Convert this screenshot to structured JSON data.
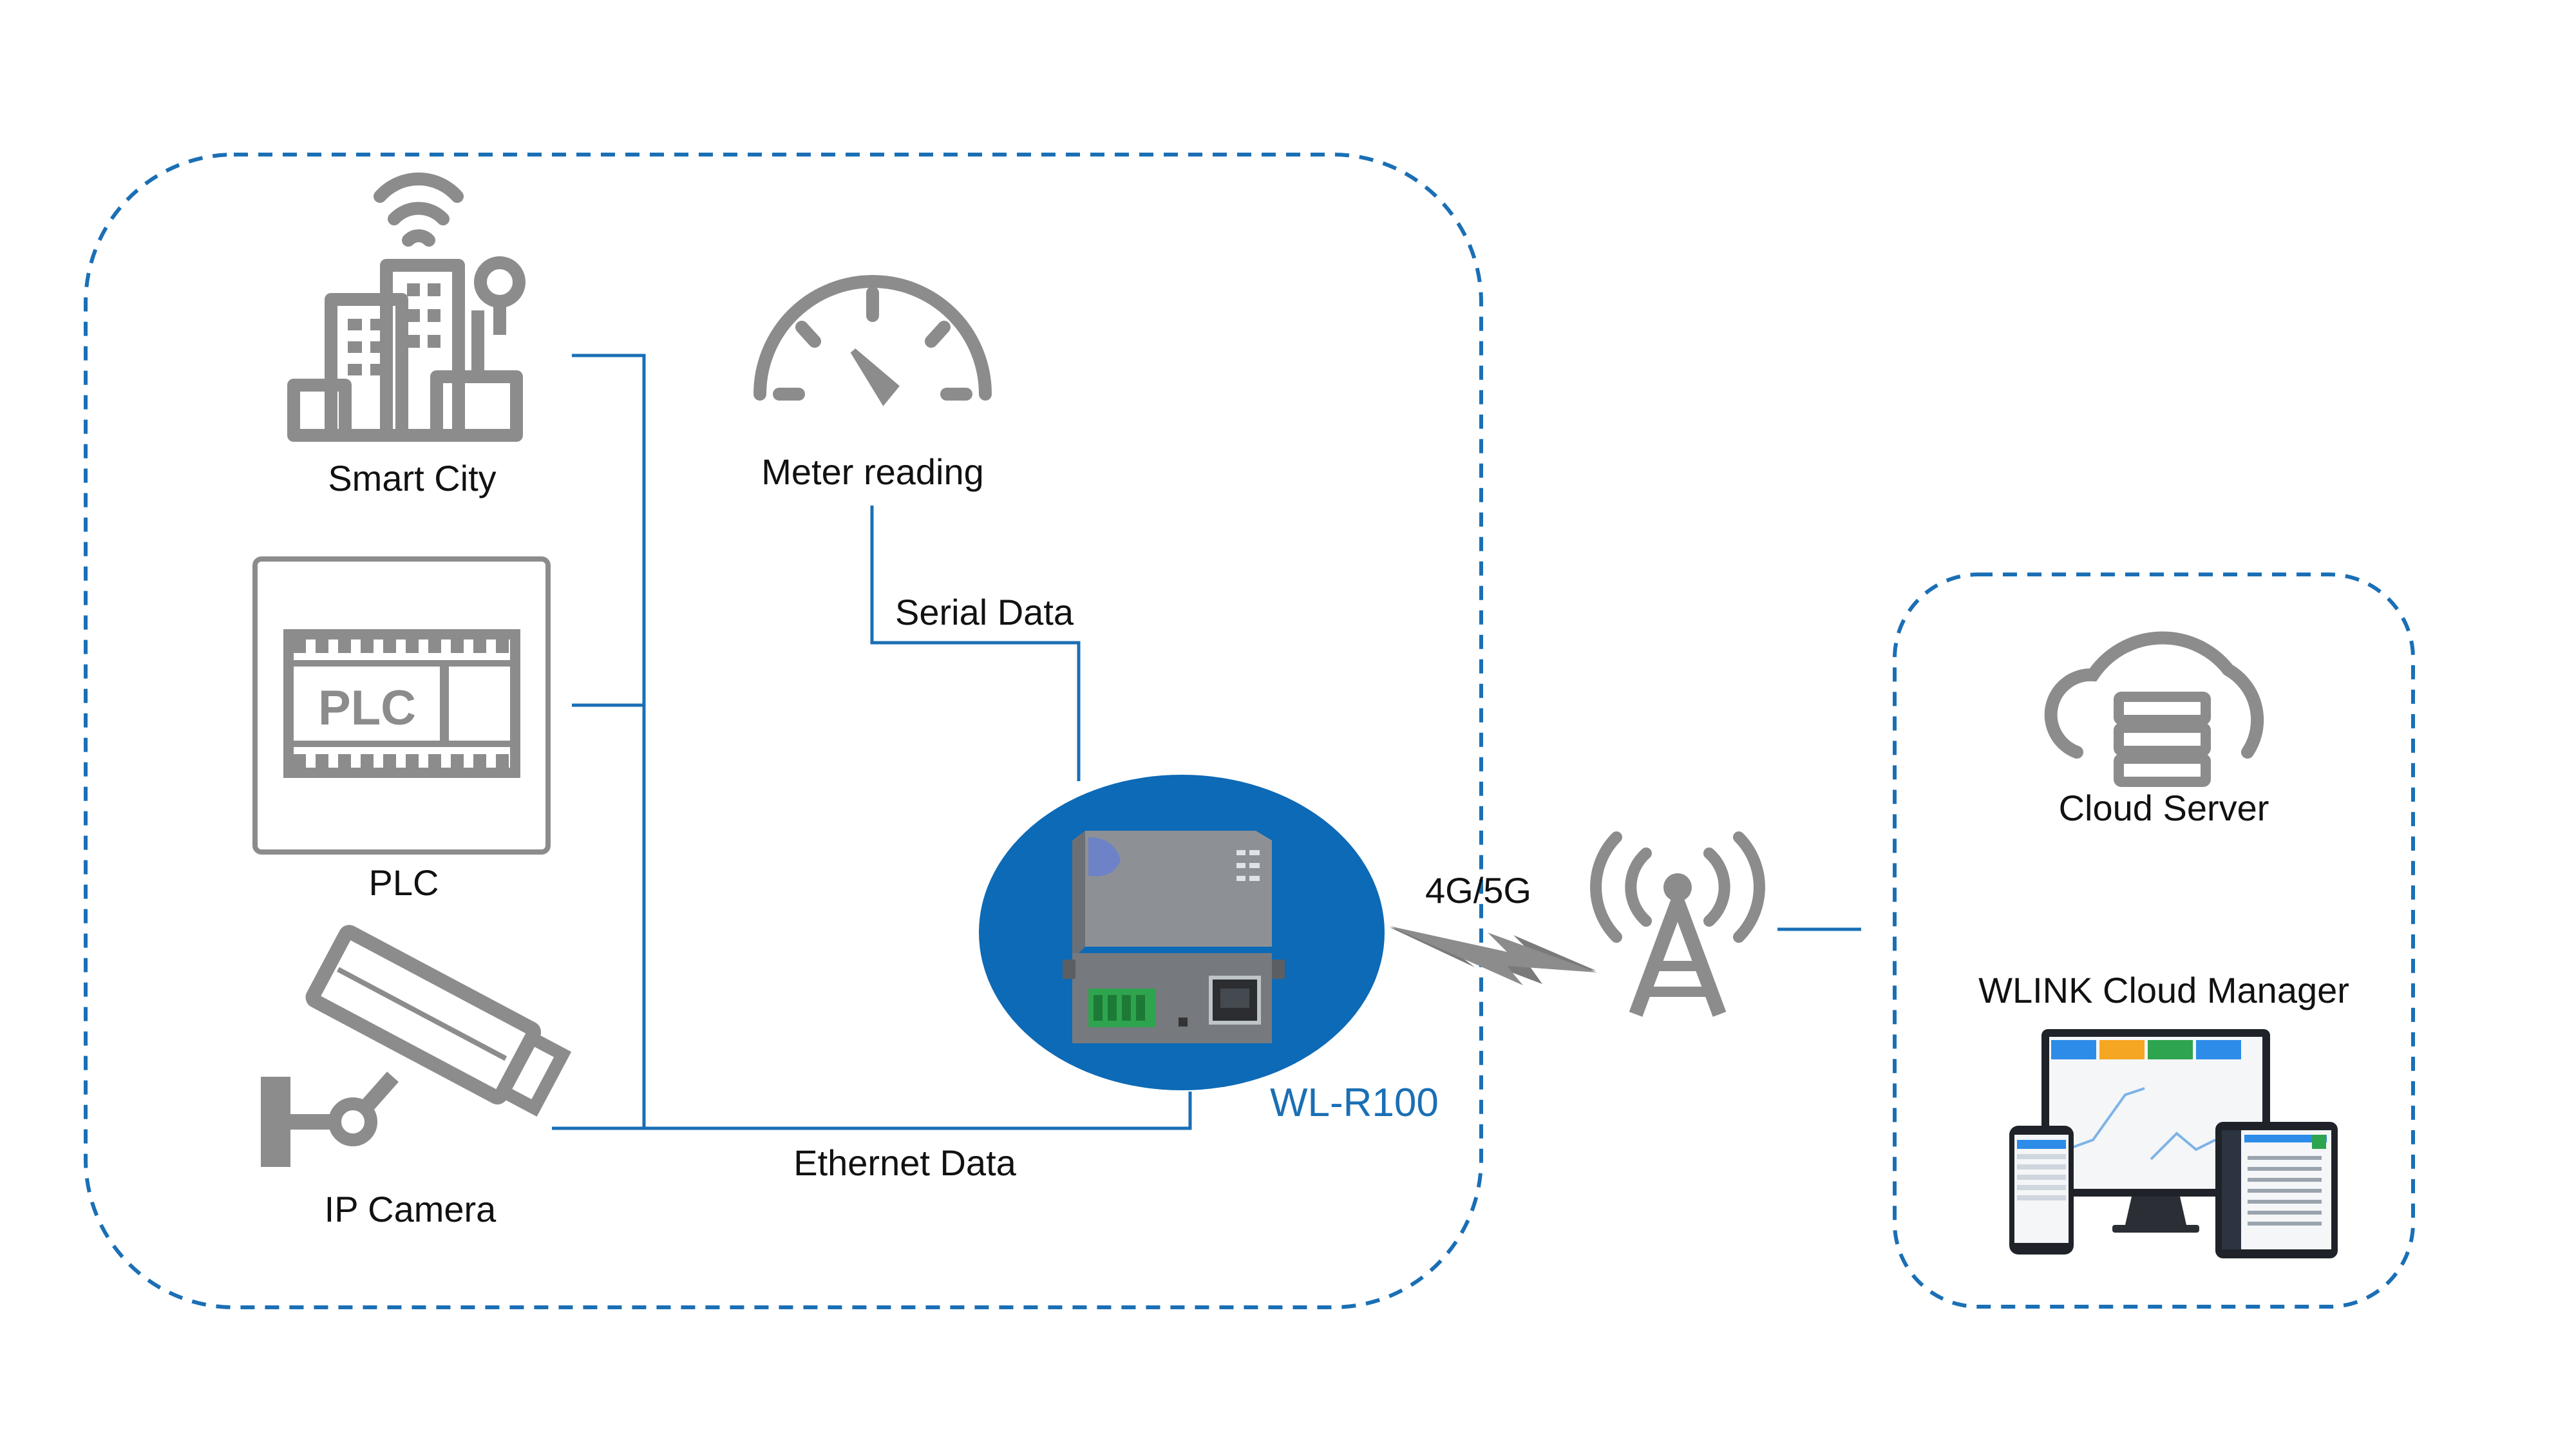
{
  "colors": {
    "accent": "#1a6fb5",
    "icon_gray": "#8c8c8c",
    "router_body": "#7e8287",
    "router_ellipse": "#0d6ab6",
    "terminal_green": "#2ea44f"
  },
  "devices": {
    "smart_city": {
      "label": "Smart City",
      "icon": "smart-city-icon"
    },
    "plc": {
      "label": "PLC",
      "icon": "plc-icon",
      "inner_text": "PLC"
    },
    "ip_camera": {
      "label": "IP Camera",
      "icon": "camera-icon"
    },
    "meter": {
      "label": "Meter reading",
      "icon": "gauge-icon"
    }
  },
  "links": {
    "serial": "Serial Data",
    "ethernet": "Ethernet Data",
    "wireless": "4G/5G"
  },
  "router": {
    "model": "WL-R100"
  },
  "cloud": {
    "server_label": "Cloud Server",
    "manager_label": "WLINK Cloud Manager"
  }
}
